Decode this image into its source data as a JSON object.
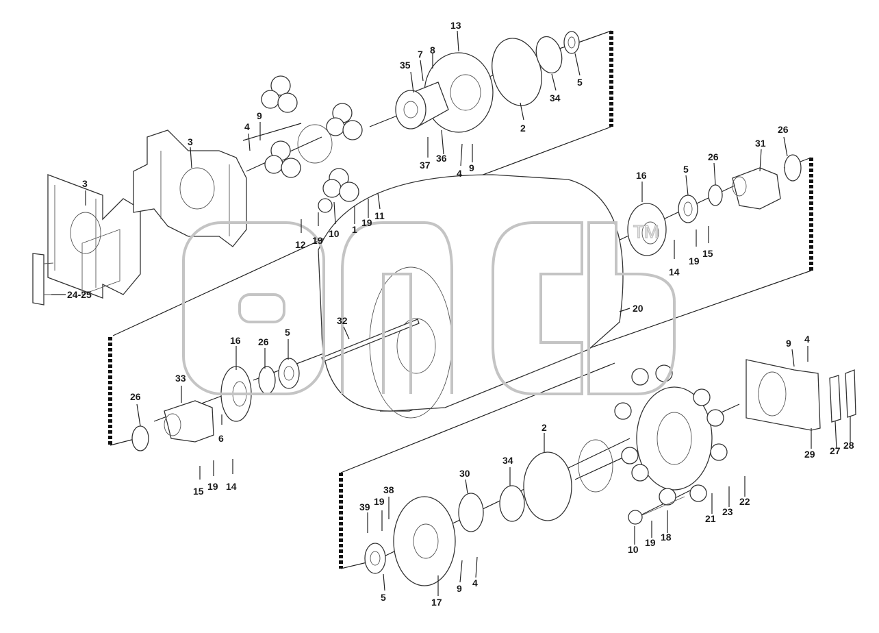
{
  "watermark": {
    "text": "amcb",
    "tm": "TM"
  },
  "labels": [
    {
      "id": "l13",
      "text": "13"
    },
    {
      "id": "l35",
      "text": "35"
    },
    {
      "id": "l7",
      "text": "7"
    },
    {
      "id": "l8",
      "text": "8"
    },
    {
      "id": "l34a",
      "text": "34"
    },
    {
      "id": "l5a",
      "text": "5"
    },
    {
      "id": "l2a",
      "text": "2"
    },
    {
      "id": "l37",
      "text": "37"
    },
    {
      "id": "l36",
      "text": "36"
    },
    {
      "id": "l4a",
      "text": "4"
    },
    {
      "id": "l9a",
      "text": "9"
    },
    {
      "id": "l4b",
      "text": "4"
    },
    {
      "id": "l9b",
      "text": "9"
    },
    {
      "id": "l3a",
      "text": "3"
    },
    {
      "id": "l3b",
      "text": "3"
    },
    {
      "id": "l26a",
      "text": "26"
    },
    {
      "id": "l31",
      "text": "31"
    },
    {
      "id": "l26b",
      "text": "26"
    },
    {
      "id": "l16a",
      "text": "16"
    },
    {
      "id": "l5b",
      "text": "5"
    },
    {
      "id": "l11",
      "text": "11"
    },
    {
      "id": "l19a",
      "text": "19"
    },
    {
      "id": "l1",
      "text": "1"
    },
    {
      "id": "l10a",
      "text": "10"
    },
    {
      "id": "l19b",
      "text": "19"
    },
    {
      "id": "l12",
      "text": "12"
    },
    {
      "id": "l15a",
      "text": "15"
    },
    {
      "id": "l19c",
      "text": "19"
    },
    {
      "id": "l14a",
      "text": "14"
    },
    {
      "id": "l2425",
      "text": "24-25"
    },
    {
      "id": "l20",
      "text": "20"
    },
    {
      "id": "l32",
      "text": "32"
    },
    {
      "id": "l16b",
      "text": "16"
    },
    {
      "id": "l26c",
      "text": "26"
    },
    {
      "id": "l5c",
      "text": "5"
    },
    {
      "id": "l33",
      "text": "33"
    },
    {
      "id": "l26d",
      "text": "26"
    },
    {
      "id": "l6",
      "text": "6"
    },
    {
      "id": "l15b",
      "text": "15"
    },
    {
      "id": "l19d",
      "text": "19"
    },
    {
      "id": "l14b",
      "text": "14"
    },
    {
      "id": "l9c",
      "text": "9"
    },
    {
      "id": "l4c",
      "text": "4"
    },
    {
      "id": "l2b",
      "text": "2"
    },
    {
      "id": "l34b",
      "text": "34"
    },
    {
      "id": "l30",
      "text": "30"
    },
    {
      "id": "l38",
      "text": "38"
    },
    {
      "id": "l39",
      "text": "39"
    },
    {
      "id": "l19e",
      "text": "19"
    },
    {
      "id": "l29",
      "text": "29"
    },
    {
      "id": "l27",
      "text": "27"
    },
    {
      "id": "l28",
      "text": "28"
    },
    {
      "id": "l22",
      "text": "22"
    },
    {
      "id": "l23",
      "text": "23"
    },
    {
      "id": "l21",
      "text": "21"
    },
    {
      "id": "l18",
      "text": "18"
    },
    {
      "id": "l19f",
      "text": "19"
    },
    {
      "id": "l10b",
      "text": "10"
    },
    {
      "id": "l5d",
      "text": "5"
    },
    {
      "id": "l17",
      "text": "17"
    },
    {
      "id": "l9d",
      "text": "9"
    },
    {
      "id": "l4d",
      "text": "4"
    }
  ]
}
